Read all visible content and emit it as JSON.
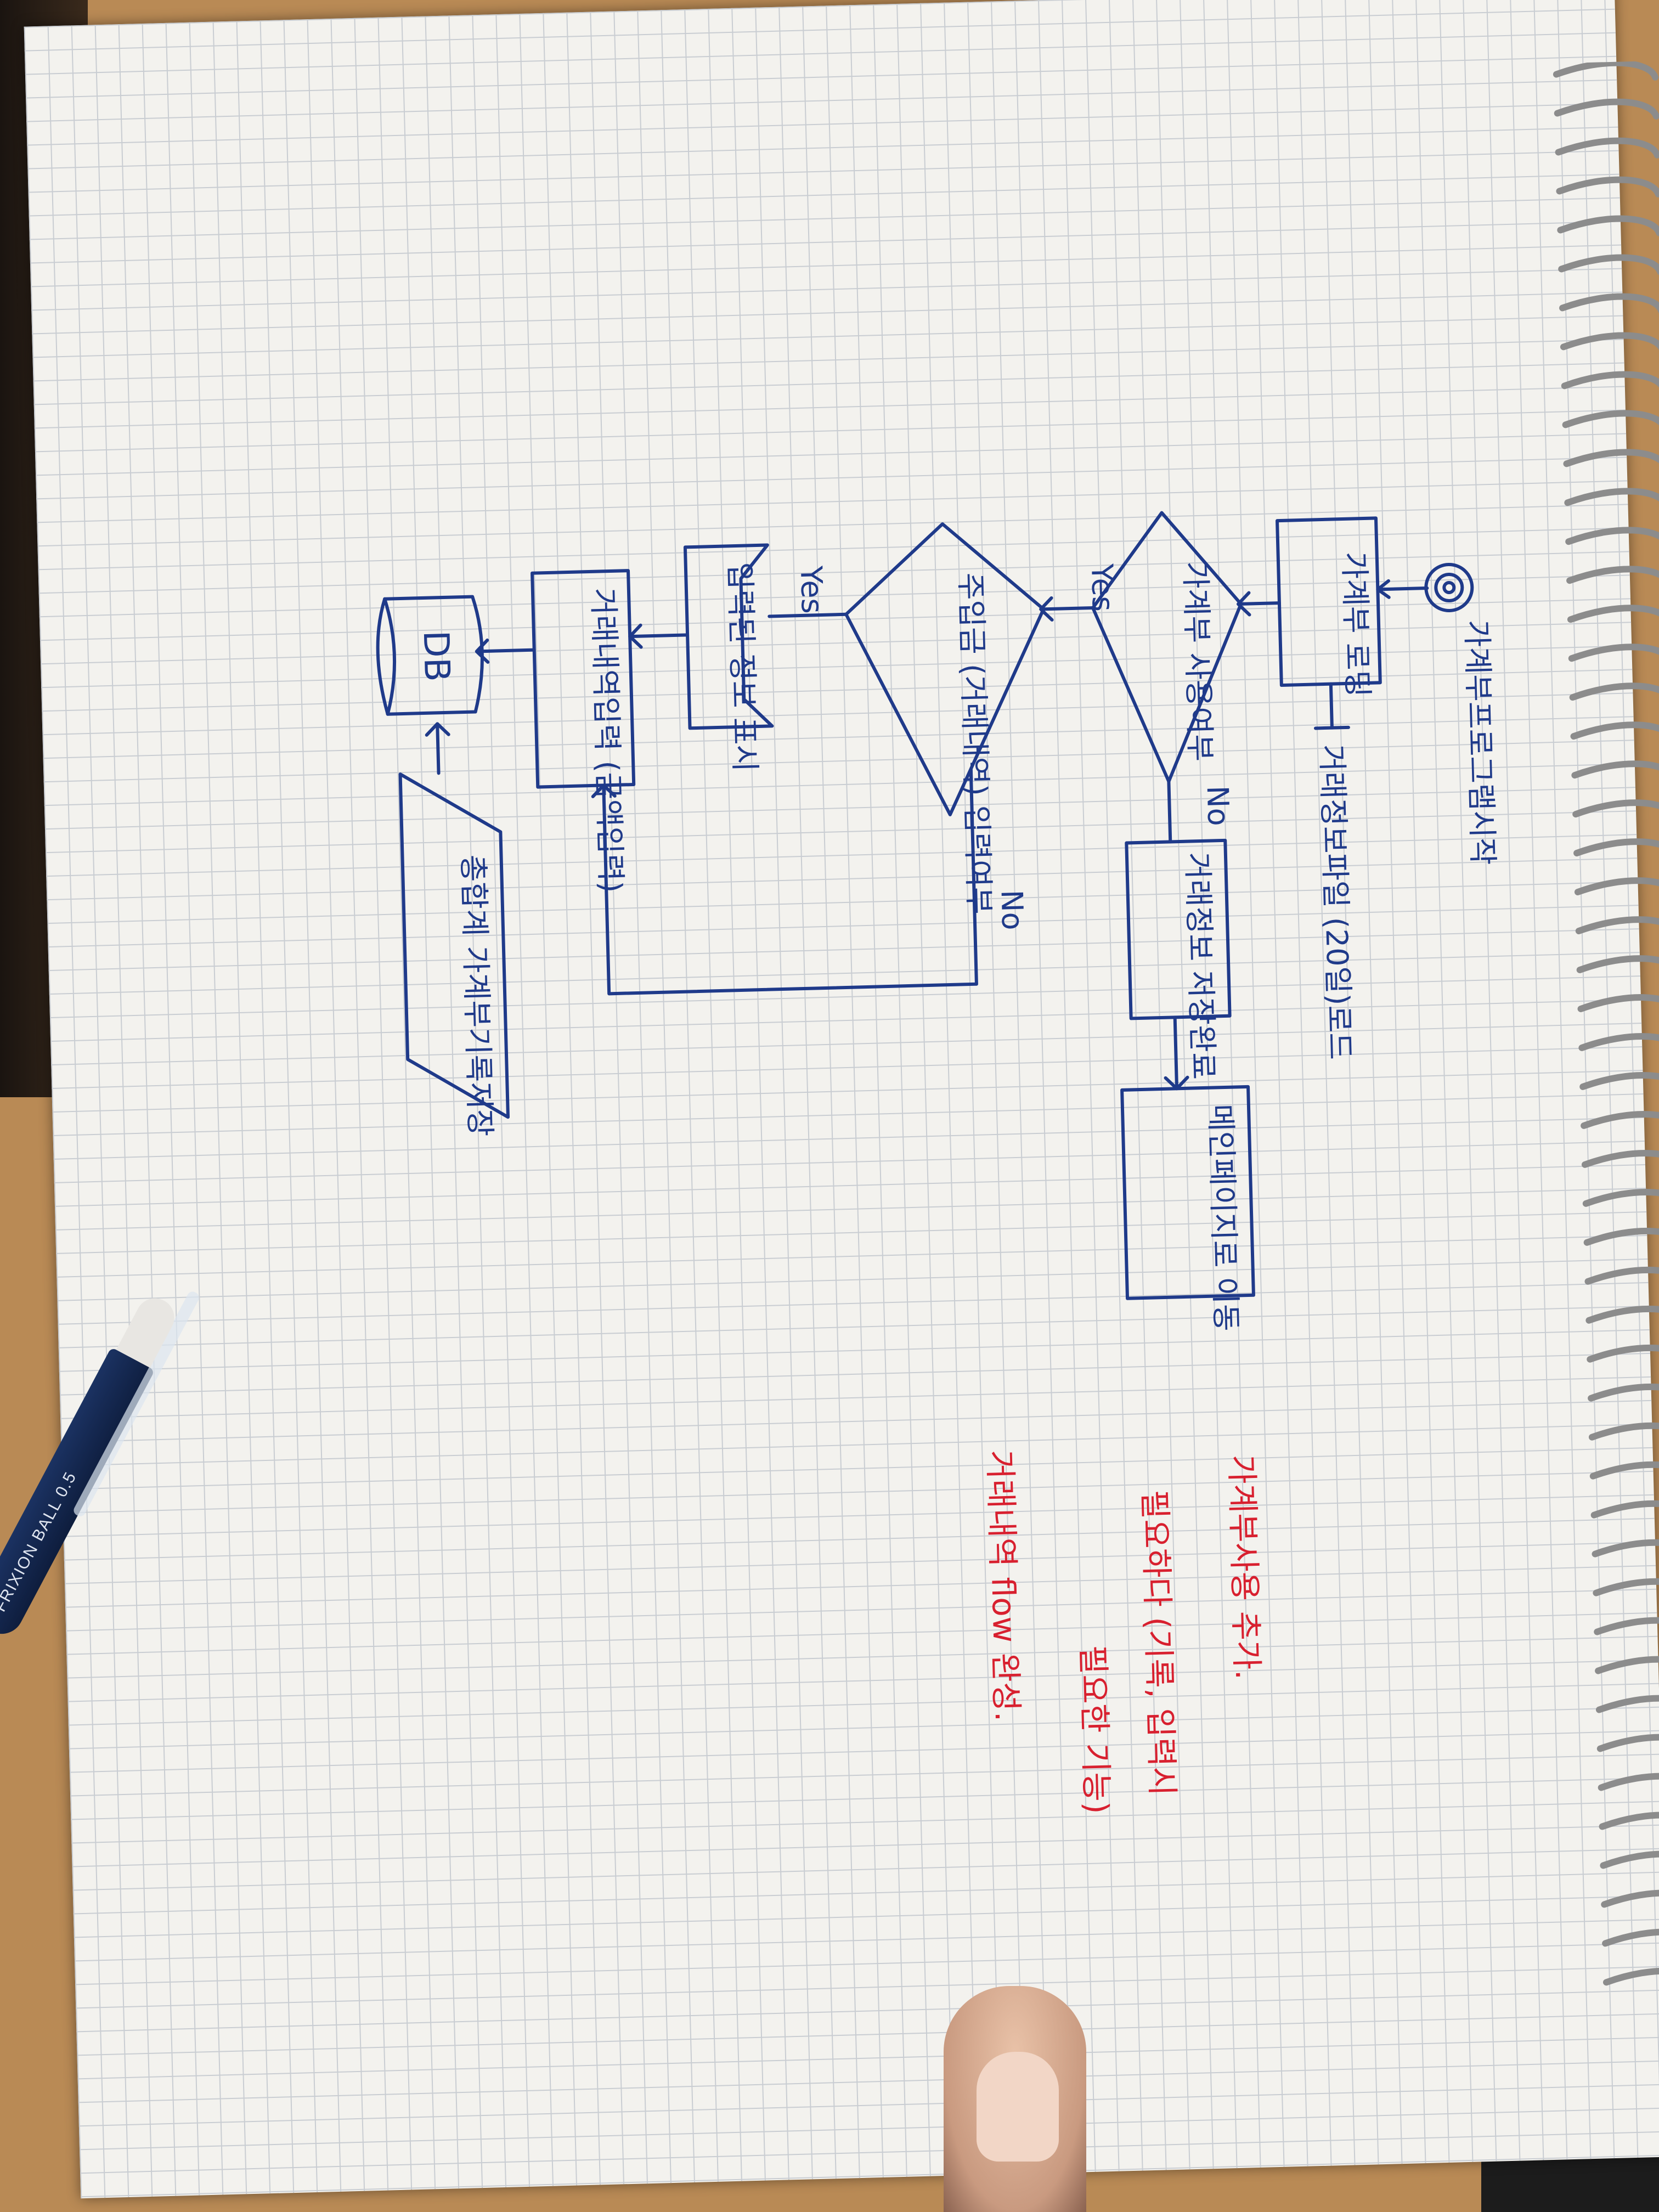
{
  "diagram": {
    "start_label": "가계부프로그램시작",
    "startup_note": "거래정보파일 (20일)로드",
    "process_1": "가계부 로딩",
    "decision_1": "가계부 사용여부",
    "decision_1_yes": "Yes",
    "decision_1_no": "No",
    "no_path_box": "거래정보 저장완료",
    "move_box": "메인페이지로 이동",
    "decision_2": "주입금 (거래내역) 입력여부",
    "decision_2_yes": "Yes",
    "decision_2_no": "No",
    "display_box": "입력된 정보 표시",
    "process_2": "거래내역입력 (금액입력)",
    "db_label": "DB",
    "io_box": "총합계 가계부기록저장"
  },
  "red_notes": {
    "line_1": "가계부사용 추가.",
    "line_2": "필요하다 (기록, 입력시",
    "line_3": "필요한 기능)",
    "line_4": "거래내역 flow 완성."
  },
  "pen": {
    "brand": "FRIXION BALL 0.5"
  },
  "colors": {
    "ink_blue": "#1f3a8a",
    "ink_red": "#d8202f",
    "paper": "#f3f2ee",
    "table": "#b98a55"
  }
}
